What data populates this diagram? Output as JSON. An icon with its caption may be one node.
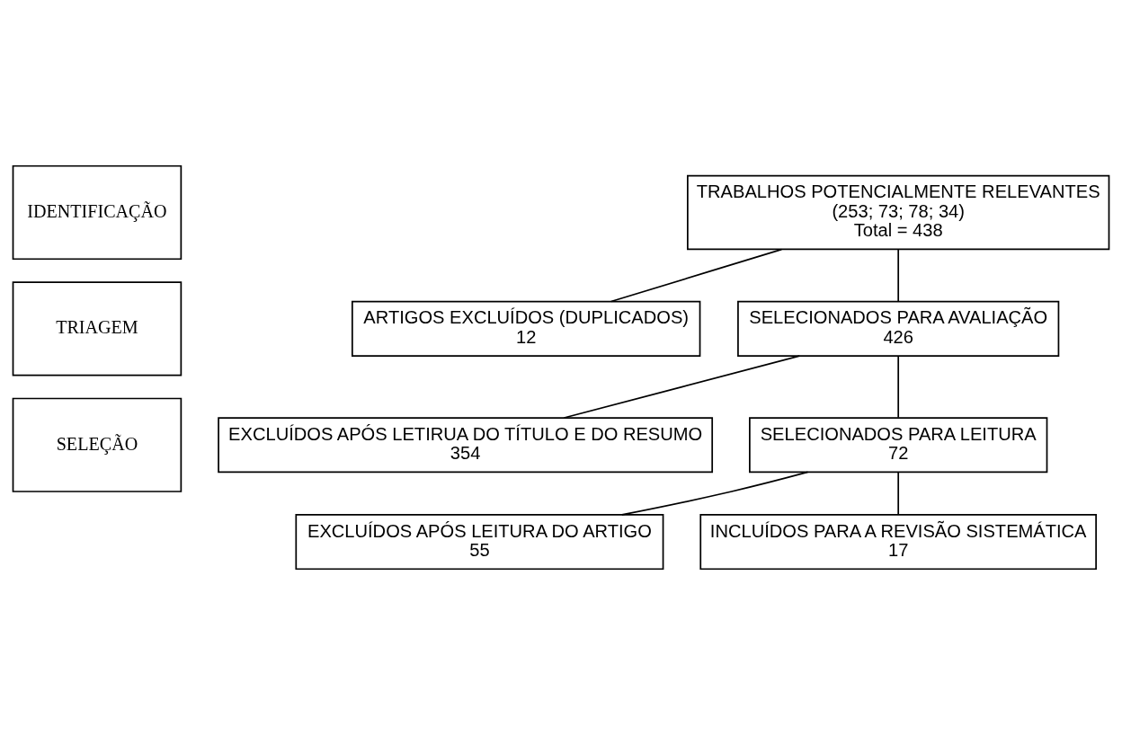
{
  "diagram": {
    "nodes": [
      {
        "text": [
          "IDENTIFICAÇÃO"
        ]
      },
      {
        "text": [
          "TRABALHOS POTENCIALMENTE RELEVANTES",
          "(253; 73; 78; 34)",
          "Total = 438"
        ]
      },
      {
        "text": [
          "ARTIGOS EXCLUÍDOS (DUPLICADOS)",
          "12"
        ]
      },
      {
        "text": [
          "TRIAGEM"
        ]
      },
      {
        "text": [
          "SELECIONADOS PARA AVALIAÇÃO",
          "426"
        ]
      },
      {
        "text": [
          "EXCLUÍDOS APÓS LETIRUA DO TÍTULO E DO RESUMO",
          "354"
        ]
      },
      {
        "text": [
          "SELEÇÃO"
        ]
      },
      {
        "text": [
          "SELECIONADOS PARA LEITURA",
          "72"
        ]
      },
      {
        "text": [
          "EXCLUÍDOS APÓS LEITURA DO ARTIGO",
          "55"
        ]
      },
      {
        "text": [
          "INCLUÍDOS PARA A REVISÃO SISTEMÁTICA",
          "17"
        ]
      }
    ],
    "edges": [
      {
        "from": 1,
        "to": 4,
        "arrow": "none"
      },
      {
        "from": 1,
        "to": 2,
        "arrow": "none"
      },
      {
        "from": 4,
        "to": 7,
        "arrow": "none"
      },
      {
        "from": 4,
        "to": 5,
        "arrow": "none"
      },
      {
        "from": 7,
        "to": 9,
        "arrow": "none"
      },
      {
        "from": 7,
        "to": 8,
        "arrow": "none"
      }
    ]
  }
}
